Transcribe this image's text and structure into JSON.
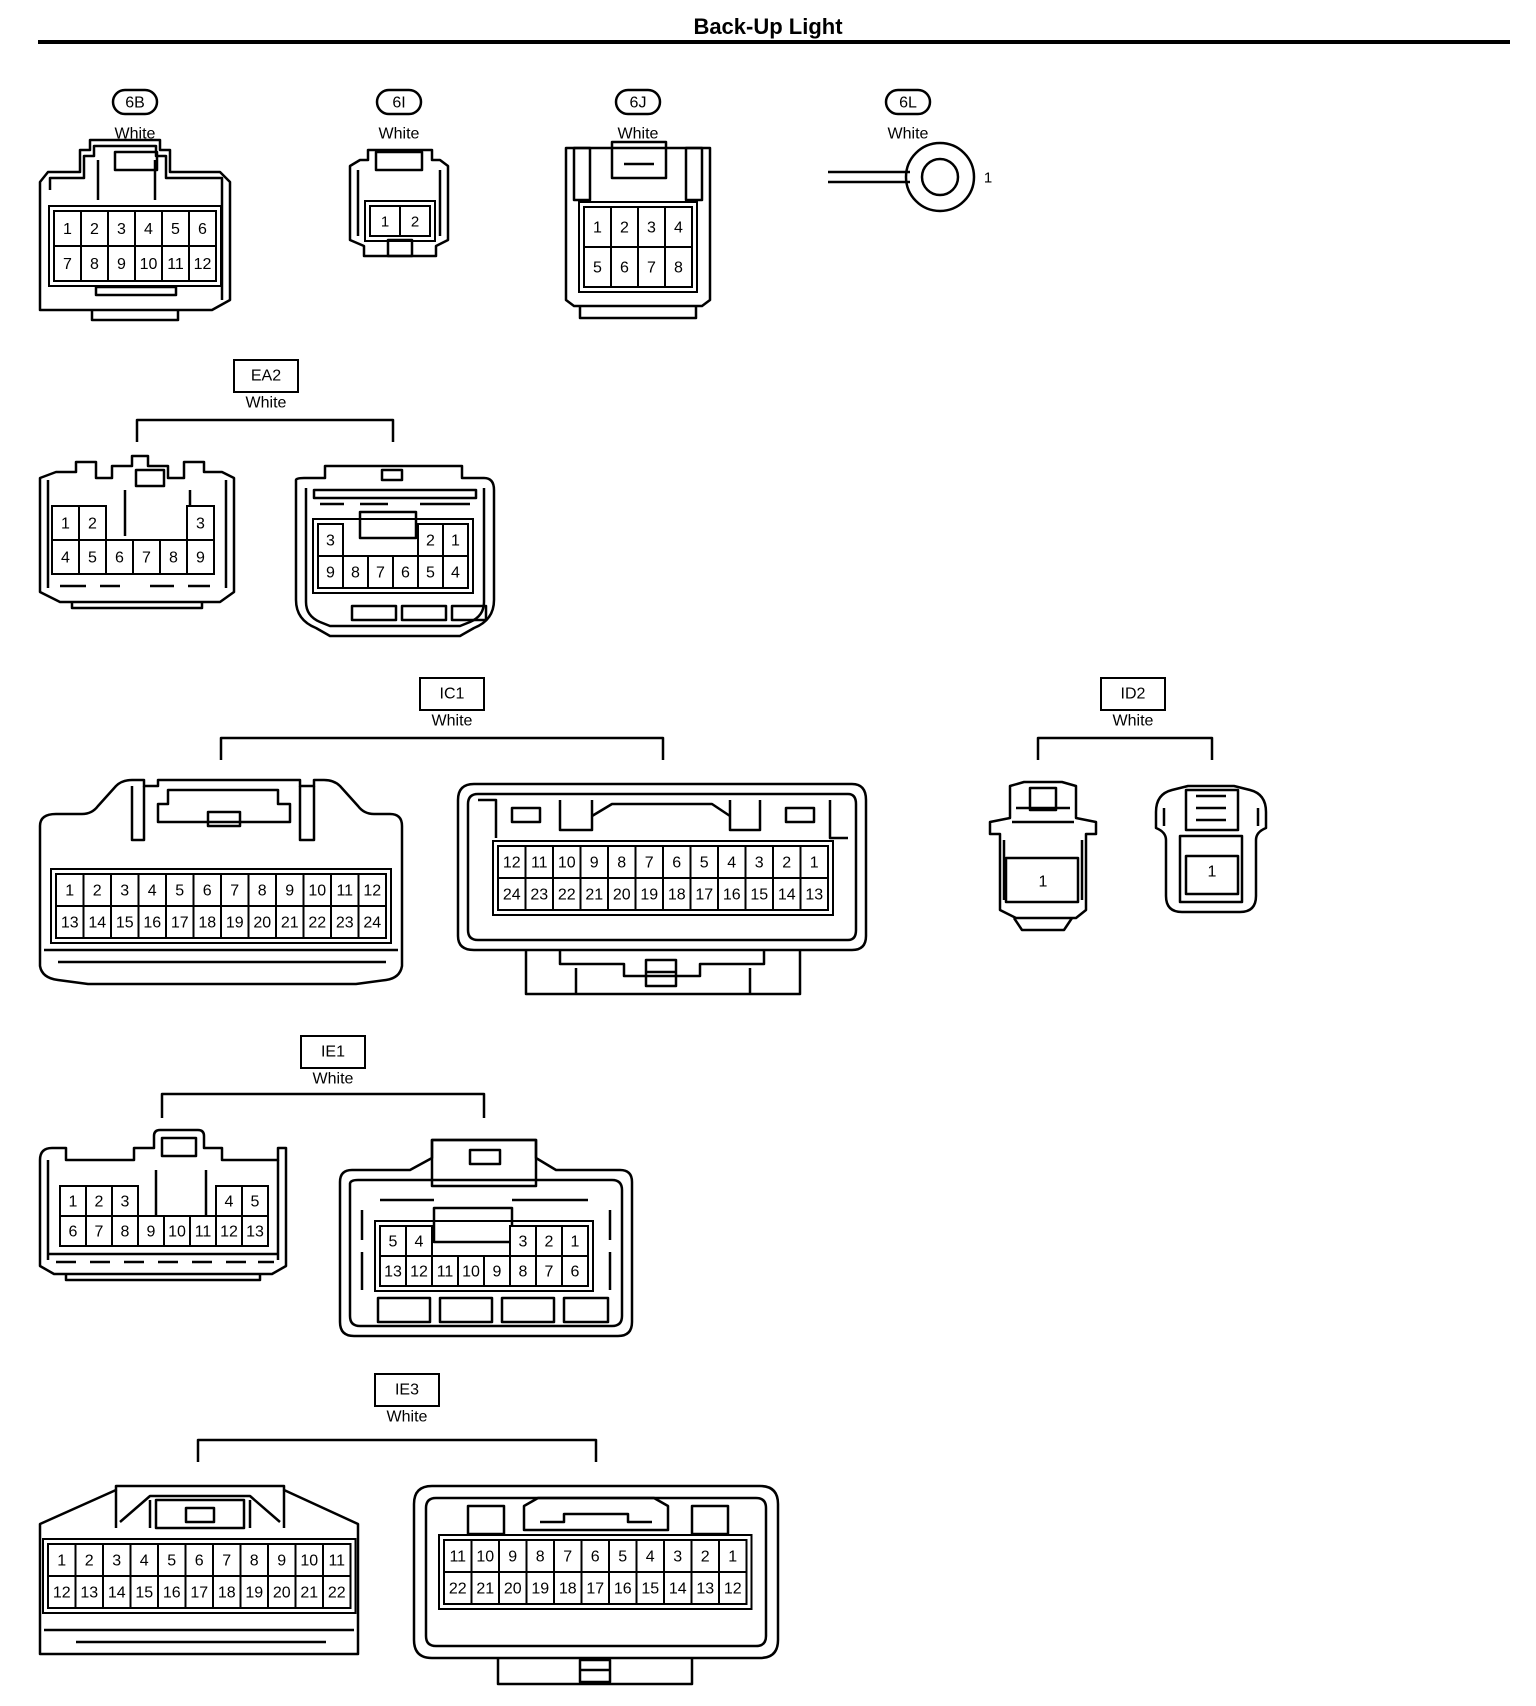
{
  "title": "Back-Up Light",
  "connectors": {
    "c6b": {
      "code": "6B",
      "color": "White",
      "pins": [
        [
          "1",
          "2",
          "3",
          "4",
          "5",
          "6"
        ],
        [
          "7",
          "8",
          "9",
          "10",
          "11",
          "12"
        ]
      ]
    },
    "c6i": {
      "code": "6I",
      "color": "White",
      "pins": [
        [
          "1",
          "2"
        ]
      ]
    },
    "c6j": {
      "code": "6J",
      "color": "White",
      "pins": [
        [
          "1",
          "2",
          "3",
          "4"
        ],
        [
          "5",
          "6",
          "7",
          "8"
        ]
      ]
    },
    "c6l": {
      "code": "6L",
      "color": "White",
      "pin": "1"
    },
    "ea2": {
      "code": "EA2",
      "color": "White",
      "left": {
        "top": [
          "1",
          "2",
          "",
          "",
          "",
          "3"
        ],
        "bottom": [
          "4",
          "5",
          "6",
          "7",
          "8",
          "9"
        ]
      },
      "right": {
        "top": [
          "3",
          "",
          "",
          "",
          "2",
          "1"
        ],
        "bottom": [
          "9",
          "8",
          "7",
          "6",
          "5",
          "4"
        ]
      }
    },
    "ic1": {
      "code": "IC1",
      "color": "White",
      "left": [
        [
          "1",
          "2",
          "3",
          "4",
          "5",
          "6",
          "7",
          "8",
          "9",
          "10",
          "11",
          "12"
        ],
        [
          "13",
          "14",
          "15",
          "16",
          "17",
          "18",
          "19",
          "20",
          "21",
          "22",
          "23",
          "24"
        ]
      ],
      "right": [
        [
          "12",
          "11",
          "10",
          "9",
          "8",
          "7",
          "6",
          "5",
          "4",
          "3",
          "2",
          "1"
        ],
        [
          "24",
          "23",
          "22",
          "21",
          "20",
          "19",
          "18",
          "17",
          "16",
          "15",
          "14",
          "13"
        ]
      ]
    },
    "id2": {
      "code": "ID2",
      "color": "White",
      "left_pin": "1",
      "right_pin": "1"
    },
    "ie1": {
      "code": "IE1",
      "color": "White",
      "left": {
        "top": [
          "1",
          "2",
          "3",
          "",
          "",
          "",
          "4",
          "5"
        ],
        "bottom": [
          "6",
          "7",
          "8",
          "9",
          "10",
          "11",
          "12",
          "13"
        ]
      },
      "right": {
        "top": [
          "5",
          "4",
          "",
          "",
          "",
          "3",
          "2",
          "1"
        ],
        "bottom": [
          "13",
          "12",
          "11",
          "10",
          "9",
          "8",
          "7",
          "6"
        ]
      }
    },
    "ie3": {
      "code": "IE3",
      "color": "White",
      "left": [
        [
          "1",
          "2",
          "3",
          "4",
          "5",
          "6",
          "7",
          "8",
          "9",
          "10",
          "11"
        ],
        [
          "12",
          "13",
          "14",
          "15",
          "16",
          "17",
          "18",
          "19",
          "20",
          "21",
          "22"
        ]
      ],
      "right": [
        [
          "11",
          "10",
          "9",
          "8",
          "7",
          "6",
          "5",
          "4",
          "3",
          "2",
          "1"
        ],
        [
          "22",
          "21",
          "20",
          "19",
          "18",
          "17",
          "16",
          "15",
          "14",
          "13",
          "12"
        ]
      ]
    }
  }
}
